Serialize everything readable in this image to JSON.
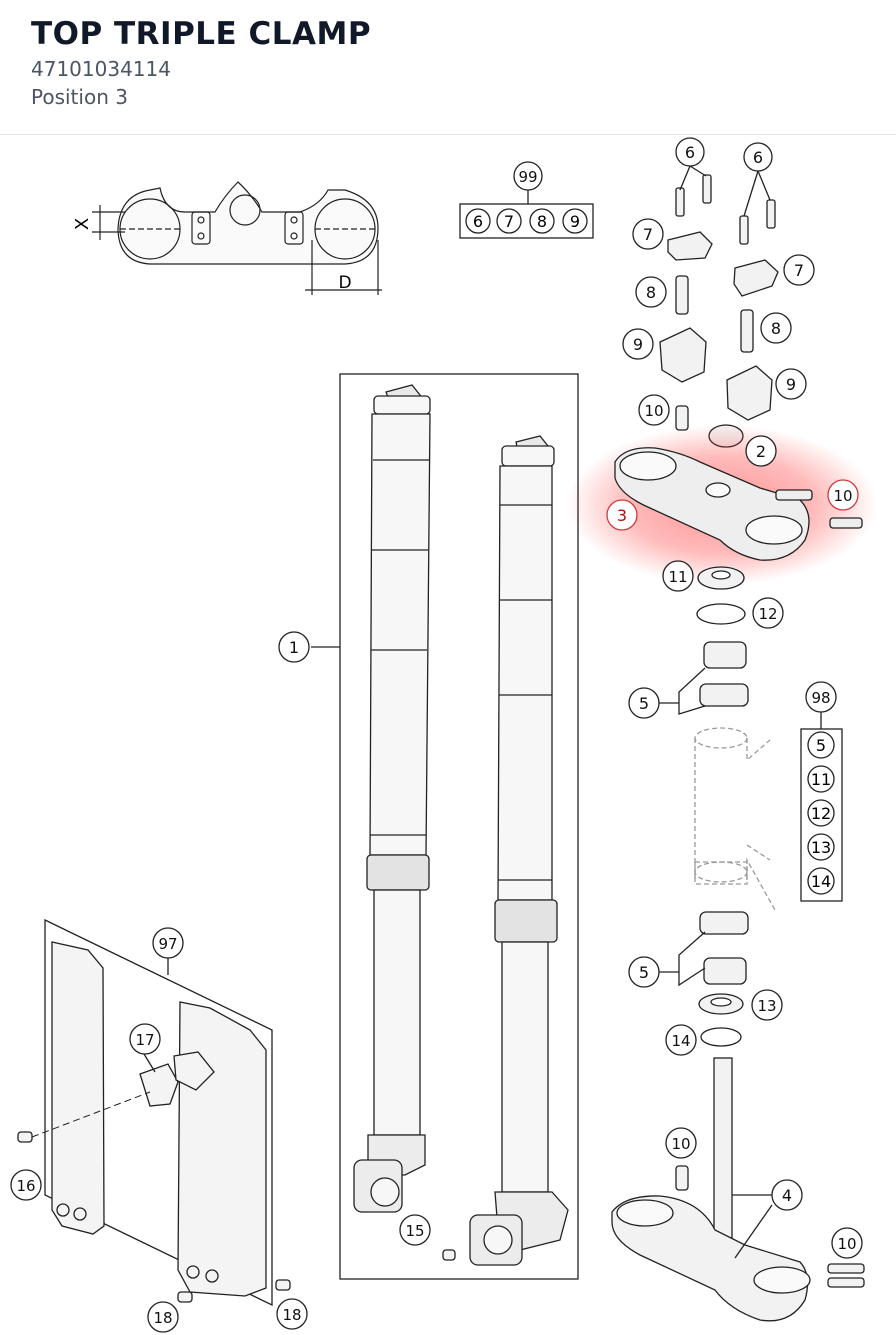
{
  "header": {
    "title": "TOP TRIPLE CLAMP",
    "part_number": "47101034114",
    "position": "Position 3"
  },
  "dimensions": {
    "x_label": "X",
    "d_label": "D"
  },
  "callouts": {
    "c1": "1",
    "c2": "2",
    "c3": "3",
    "c4": "4",
    "c5a": "5",
    "c5b": "5",
    "c6a": "6",
    "c6b": "6",
    "c7a": "7",
    "c7b": "7",
    "c8a": "8",
    "c8b": "8",
    "c9a": "9",
    "c9b": "9",
    "c10a": "10",
    "c10b": "10",
    "c10c": "10",
    "c10d": "10",
    "c11": "11",
    "c12": "12",
    "c13": "13",
    "c14": "14",
    "c15": "15",
    "c16": "16",
    "c17": "17",
    "c18a": "18",
    "c18b": "18",
    "c97": "97",
    "c98": "98",
    "c99": "99"
  },
  "kit99": [
    "6",
    "7",
    "8",
    "9"
  ],
  "kit98": [
    "5",
    "11",
    "12",
    "13",
    "14"
  ],
  "colors": {
    "highlight": "#ff3b3b",
    "line": "#222222",
    "part_fill": "#f2f2f2"
  }
}
